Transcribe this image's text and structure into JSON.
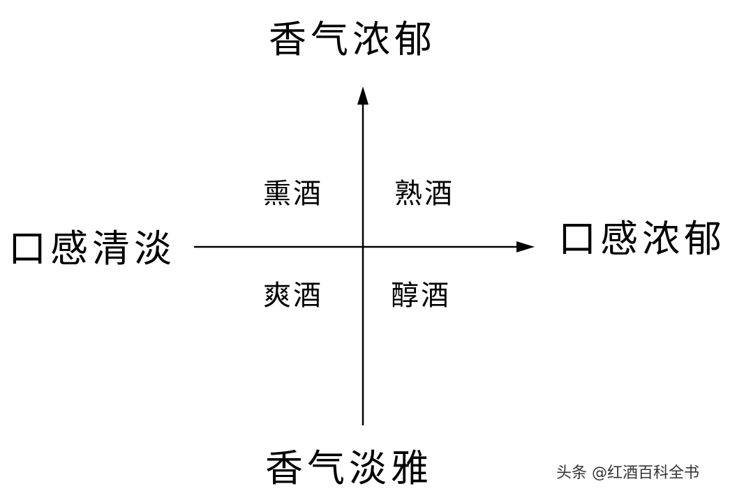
{
  "axes": {
    "top_label": "香气浓郁",
    "bottom_label": "香气淡雅",
    "left_label": "口感清淡",
    "right_label": "口感浓郁"
  },
  "quadrants": {
    "top_left": "熏酒",
    "top_right": "熟酒",
    "bottom_left": "爽酒",
    "bottom_right": "醇酒"
  },
  "watermark": "头条 @红酒百科全书",
  "colors": {
    "background": "#ffffff",
    "ink": "#000000"
  }
}
